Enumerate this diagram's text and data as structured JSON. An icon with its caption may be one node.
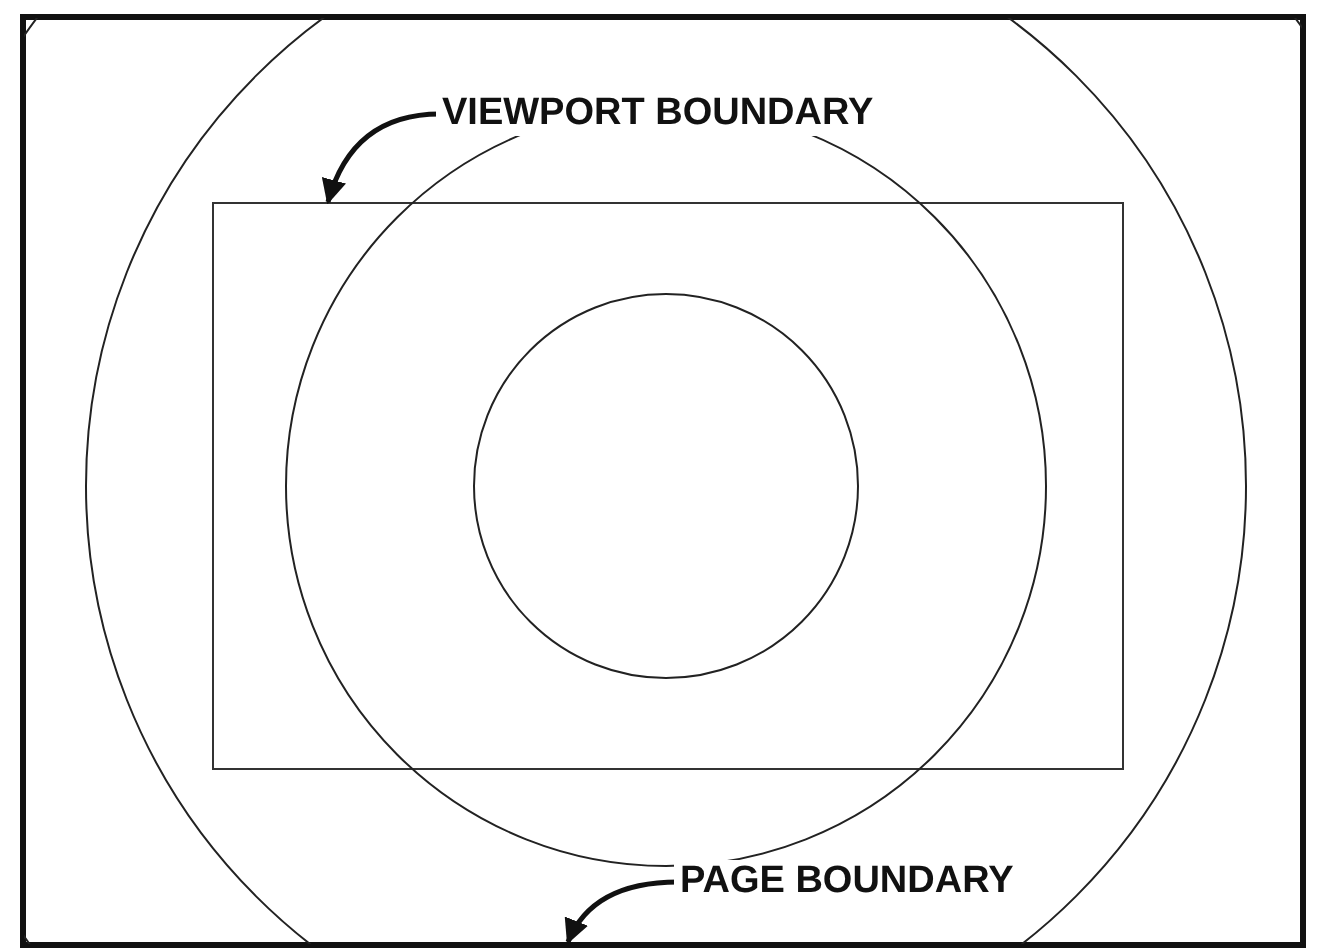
{
  "diagram": {
    "nodes": [
      {
        "text": [],
        "shape": "box"
      },
      {
        "text": [
          "VIEWPORT BOUNDARY"
        ],
        "in": 0
      },
      {
        "text": [],
        "shape": "box",
        "in": 0
      },
      {
        "text": [
          "PAGE BOUNDARY"
        ],
        "in": 0
      }
    ],
    "edges": [
      {
        "from": 1,
        "to": 2,
        "arrow": "to"
      },
      {
        "from": 3,
        "to": 0,
        "arrow": "to"
      }
    ]
  }
}
